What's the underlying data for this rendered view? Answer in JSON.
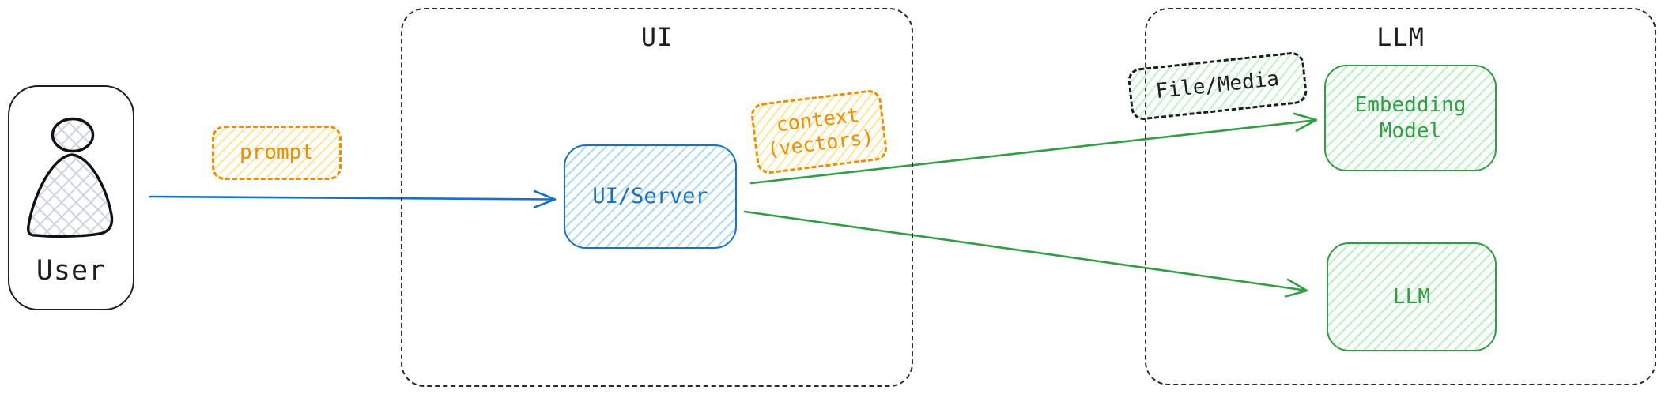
{
  "diagram": {
    "actor": {
      "label": "User"
    },
    "containers": {
      "ui": {
        "title": "UI"
      },
      "llm": {
        "title": "LLM"
      }
    },
    "nodes": {
      "ui_server": {
        "label": "UI/Server"
      },
      "embedding_model": {
        "label_line1": "Embedding",
        "label_line2": "Model"
      },
      "llm": {
        "label": "LLM"
      }
    },
    "edge_labels": {
      "prompt": {
        "text": "prompt"
      },
      "context": {
        "line1": "context",
        "line2": "(vectors)"
      },
      "file_media": {
        "text": "File/Media"
      }
    },
    "edges": [
      {
        "from": "User",
        "to": "UI/Server",
        "label": "prompt",
        "color": "#1971c2"
      },
      {
        "from": "UI/Server",
        "to": "Embedding Model",
        "label": "context (vectors) / File/Media",
        "color": "#2f9e44"
      },
      {
        "from": "UI/Server",
        "to": "LLM",
        "label": "",
        "color": "#2f9e44"
      }
    ],
    "colors": {
      "ink": "#1e1e1e",
      "blue_stroke": "#1971c2",
      "blue_fill": "#a5d8ff",
      "green_stroke": "#2f9e44",
      "green_fill": "#b2f2bb",
      "orange_stroke": "#f08c00",
      "yellow_fill": "#ffe082",
      "person_fill": "#ccd5df"
    }
  }
}
